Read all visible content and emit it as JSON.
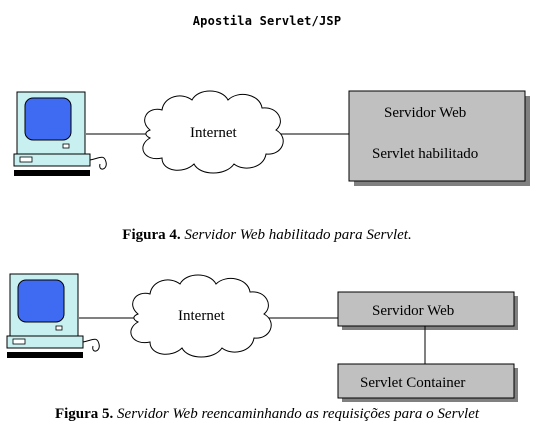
{
  "header": {
    "title": "Apostila Servlet/JSP"
  },
  "figure4": {
    "cloud_label": "Internet",
    "server_line1": "Servidor Web",
    "server_line2": "Servlet habilitado",
    "caption_label": "Figura 4.",
    "caption_text": "Servidor Web habilitado para Servlet.",
    "colors": {
      "screen": "#3f6bf2",
      "server_box": "#c0c0c0"
    }
  },
  "figure5": {
    "cloud_label": "Internet",
    "server_label": "Servidor Web",
    "container_label": "Servlet Container",
    "caption_label": "Figura 5.",
    "caption_text": "Servidor Web reencaminhando as requisições para o Servlet",
    "colors": {
      "screen": "#3f6bf2",
      "server_box": "#c0c0c0"
    }
  }
}
